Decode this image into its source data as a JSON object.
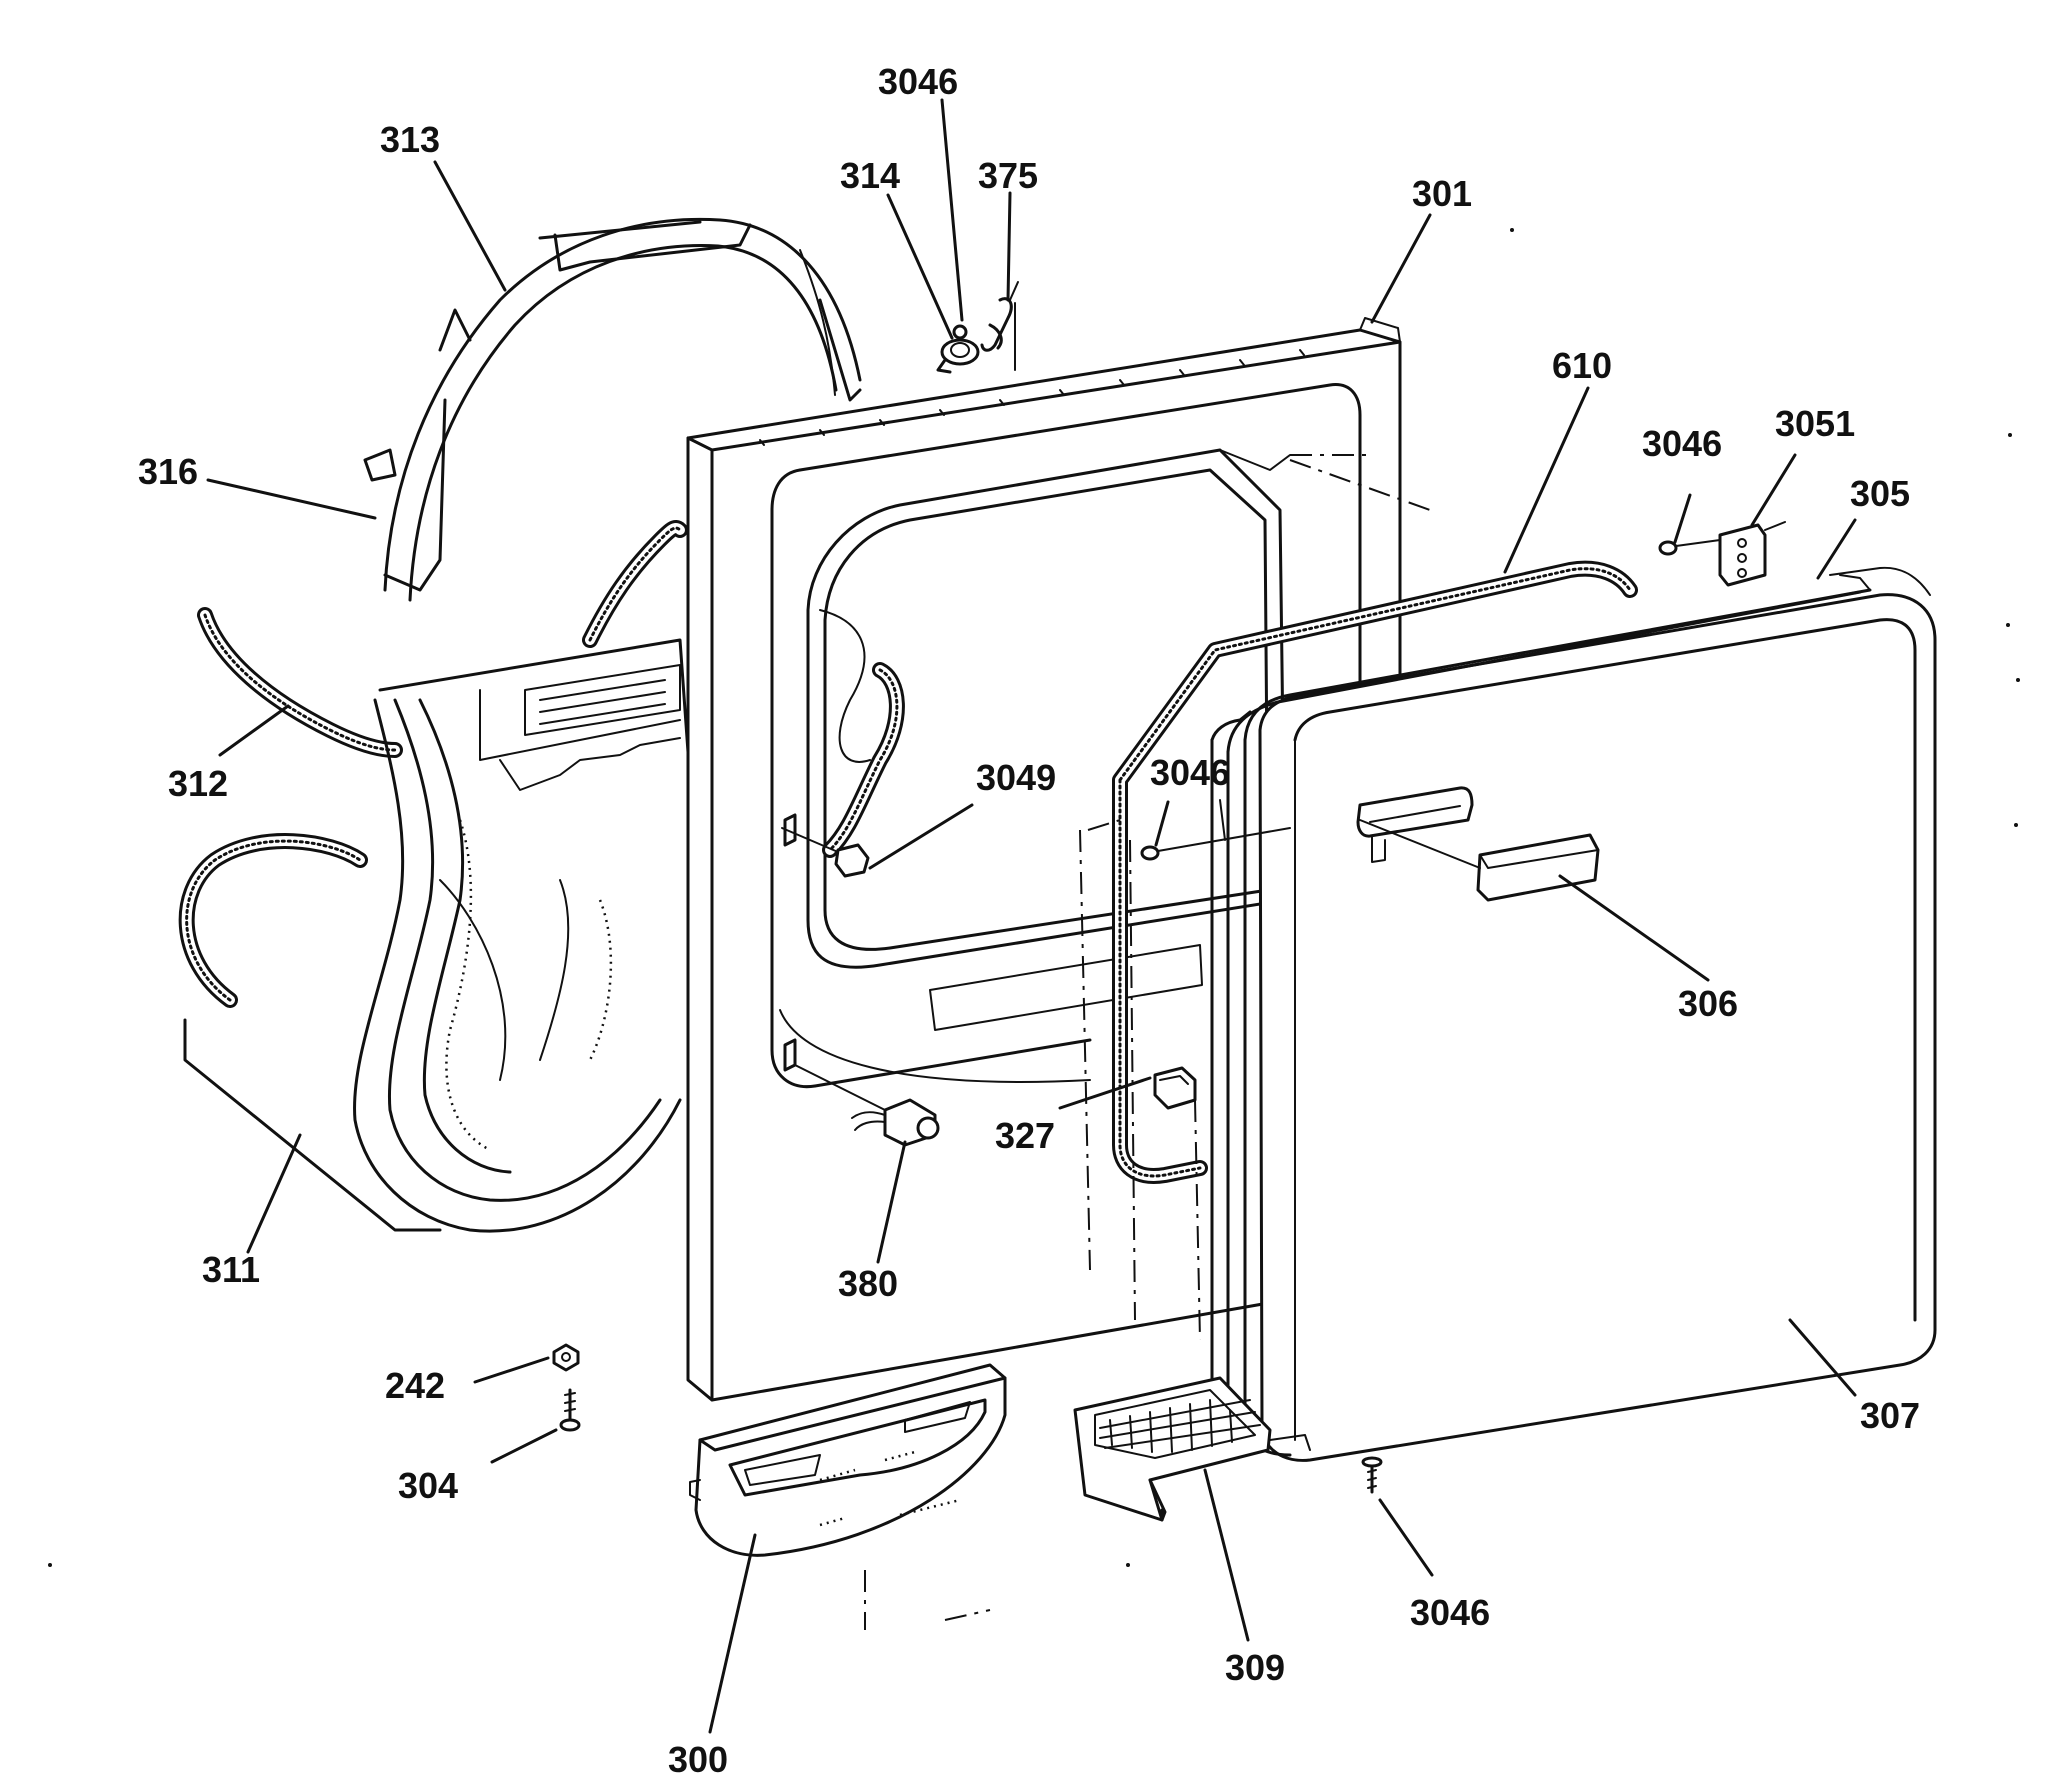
{
  "labels": {
    "l_313": "313",
    "l_3046_top": "3046",
    "l_314": "314",
    "l_375": "375",
    "l_301": "301",
    "l_610": "610",
    "l_3046_right": "3046",
    "l_3051": "3051",
    "l_305": "305",
    "l_316": "316",
    "l_312": "312",
    "l_3049": "3049",
    "l_3046_mid": "3046",
    "l_306": "306",
    "l_327": "327",
    "l_311": "311",
    "l_380": "380",
    "l_242": "242",
    "l_304": "304",
    "l_307": "307",
    "l_3046_bottom": "3046",
    "l_309": "309",
    "l_300": "300"
  }
}
